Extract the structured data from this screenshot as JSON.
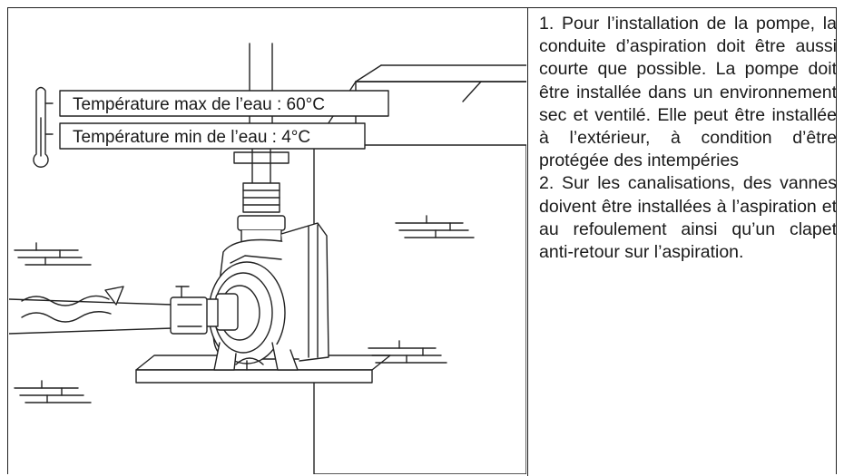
{
  "illustration": {
    "temp_max_label": "Température max de l’eau : 60°C",
    "temp_min_label": "Température min de l’eau : 4°C"
  },
  "instructions": {
    "paragraph_1": "1. Pour l’installation de la pompe, la conduite d’aspiration doit être aussi courte que possible. La pompe doit être installée dans un environnement sec et ventilé. Elle peut être installée à l’extérieur, à condition d’être protégée des intempéries",
    "paragraph_2": "2. Sur les canalisations, des vannes doivent être installées à l’aspiration et au refoulement ainsi qu’un clapet anti-retour sur l’aspiration."
  },
  "colors": {
    "line": "#222222",
    "background": "#ffffff"
  }
}
